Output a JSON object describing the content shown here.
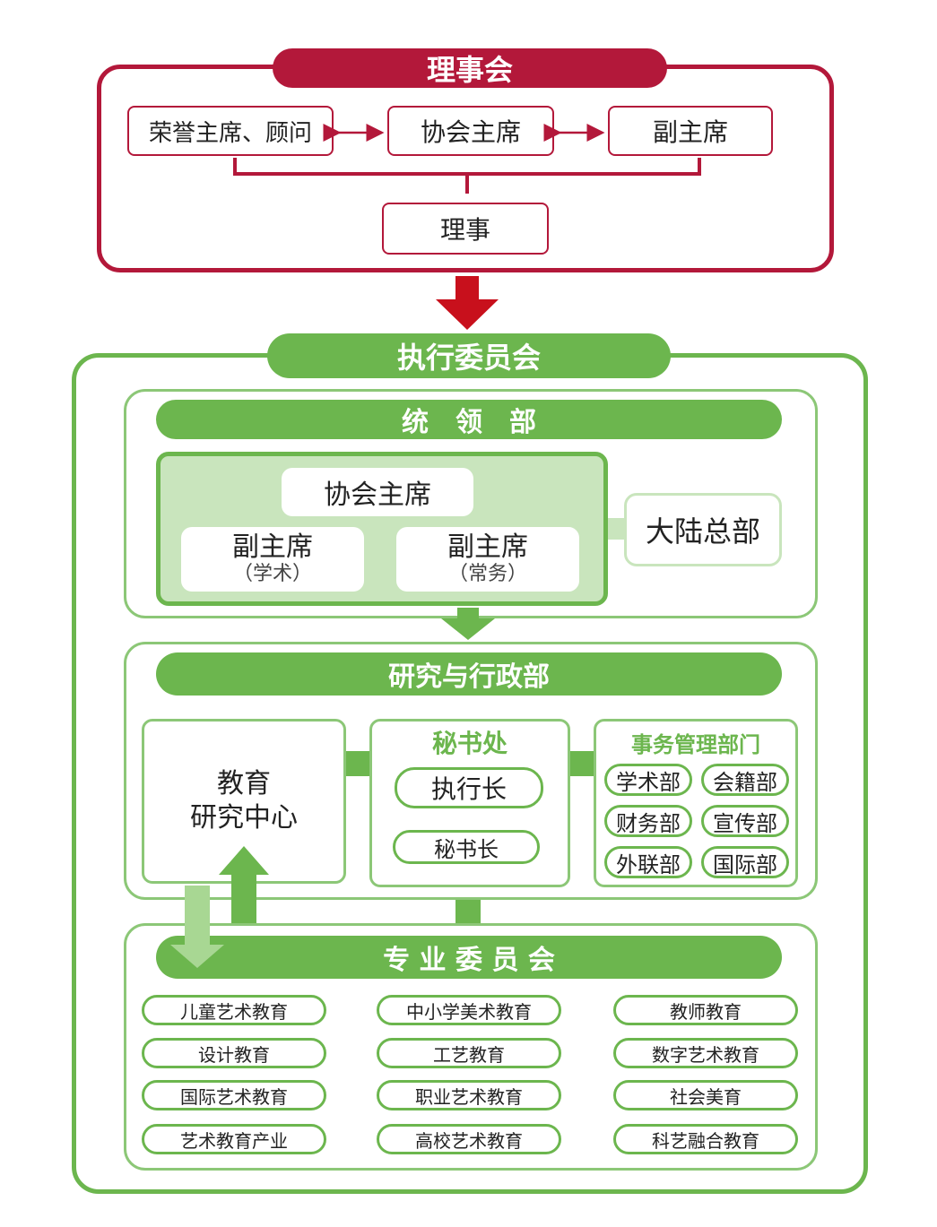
{
  "board": {
    "title": "理事会",
    "honorary": "荣誉主席、顾问",
    "chairman": "协会主席",
    "vice_chairman": "副主席",
    "director": "理事"
  },
  "executive": {
    "title": "执行委员会",
    "leadership": {
      "title": "统　领　部",
      "chairman": "协会主席",
      "vice_academic": "副主席",
      "vice_academic_sub": "（学术）",
      "vice_standing": "副主席",
      "vice_standing_sub": "（常务）",
      "headquarters": "大陆总部"
    },
    "research_admin": {
      "title": "研究与行政部",
      "edu_center_line1": "教育",
      "edu_center_line2": "研究中心",
      "secretariat": {
        "title": "秘书处",
        "executive_head": "执行长",
        "secretary_general": "秘书长"
      },
      "affairs": {
        "title": "事务管理部门",
        "departments": [
          "学术部",
          "会籍部",
          "财务部",
          "宣传部",
          "外联部",
          "国际部"
        ]
      }
    },
    "committees": {
      "title": "专 业 委 员 会",
      "items": [
        "儿童艺术教育",
        "中小学美术教育",
        "教师教育",
        "设计教育",
        "工艺教育",
        "数字艺术教育",
        "国际艺术教育",
        "职业艺术教育",
        "社会美育",
        "艺术教育产业",
        "高校艺术教育",
        "科艺融合教育"
      ]
    }
  },
  "colors": {
    "board_red": "#b3183a",
    "arrow_red": "#c8101c",
    "exec_green": "#6cb64e",
    "light_green": "#c9e5bd",
    "panel_green": "#8cc777"
  }
}
